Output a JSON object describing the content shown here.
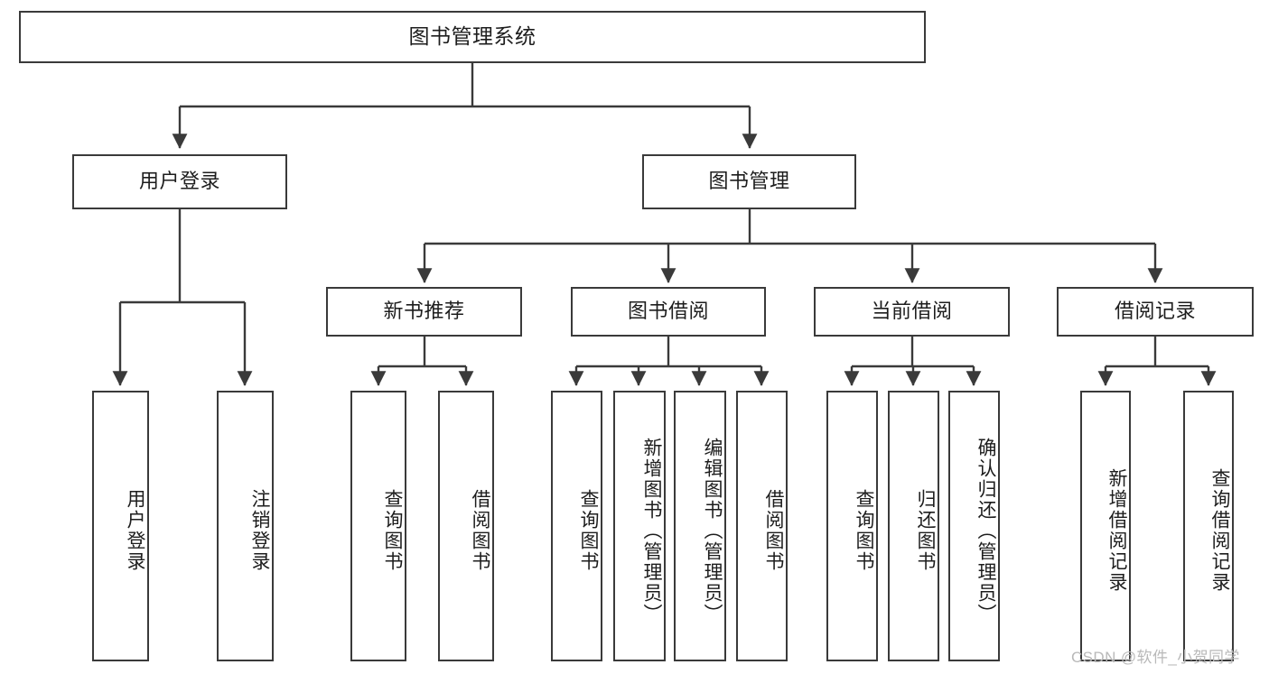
{
  "diagram": {
    "title": "图书管理系统",
    "type": "hierarchy-tree",
    "levels": 4,
    "stroke_color": "#3a3a3a",
    "fill_color": "#ffffff",
    "text_color": "#1d1d1d",
    "nodes": {
      "root": {
        "label": "图书管理系统"
      },
      "level2": [
        {
          "label": "用户登录"
        },
        {
          "label": "图书管理"
        }
      ],
      "level3": [
        {
          "label": "新书推荐"
        },
        {
          "label": "图书借阅"
        },
        {
          "label": "当前借阅"
        },
        {
          "label": "借阅记录"
        }
      ],
      "leaves_user_login": [
        {
          "label": "用户登录"
        },
        {
          "label": "注销登录"
        }
      ],
      "leaves_new_book": [
        {
          "label": "查询图书"
        },
        {
          "label": "借阅图书"
        }
      ],
      "leaves_borrow": [
        {
          "label": "查询图书"
        },
        {
          "label": "新增图书（管理员）"
        },
        {
          "label": "编辑图书（管理员）"
        },
        {
          "label": "借阅图书"
        }
      ],
      "leaves_current": [
        {
          "label": "查询图书"
        },
        {
          "label": "归还图书"
        },
        {
          "label": "确认归还（管理员）"
        }
      ],
      "leaves_records": [
        {
          "label": "新增借阅记录"
        },
        {
          "label": "查询借阅记录"
        }
      ]
    }
  },
  "watermark": {
    "text": "CSDN @软件_小贺同学"
  }
}
